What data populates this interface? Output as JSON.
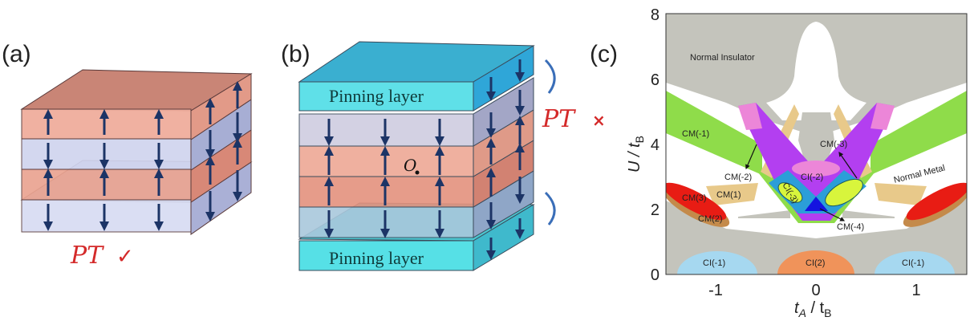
{
  "panels": {
    "a": {
      "label": "(a)",
      "symmetry": "PT",
      "mark": "✓"
    },
    "b": {
      "label": "(b)",
      "symmetry": "PT",
      "mark": "×",
      "pinning_top": "Pinning layer",
      "pinning_bottom": "Pinning layer",
      "origin": "O"
    },
    "c": {
      "label": "(c)"
    }
  },
  "chart_data": {
    "type": "phase-diagram",
    "xlabel_main": "t",
    "xlabel_sub": "A",
    "xlabel_rest": " / t",
    "xlabel_sub2": "B",
    "ylabel_main": "U / t",
    "ylabel_sub": "B",
    "xlim": [
      -1.5,
      1.5
    ],
    "ylim": [
      0,
      8
    ],
    "xticks": [
      "-1",
      "0",
      "1"
    ],
    "yticks": [
      "0",
      "2",
      "4",
      "6",
      "8"
    ],
    "regions": {
      "normal_insulator": "Normal Insulator",
      "normal_metal": "Normal Metal",
      "cm_m1": "CM(-1)",
      "cm_m2": "CM(-2)",
      "cm_m3": "CM(-3)",
      "cm_m4": "CM(-4)",
      "cm_1": "CM(1)",
      "cm_2": "CM(2)",
      "cm_3": "CM(3)",
      "ci_m2": "CI(-2)",
      "ci_m3": "CI(-3)",
      "ci_m1_left": "CI(-1)",
      "ci_2": "CI(2)",
      "ci_m1_right": "CI(-1)"
    },
    "colors": {
      "background": "#c4c4bc",
      "green": "#8fdc4a",
      "purple": "#b33ff0",
      "pink": "#ec86d8",
      "teal": "#2b9ed8",
      "yellowgreen": "#d8f53c",
      "tan": "#e8c98a",
      "red": "#e81c14",
      "brown": "#c48a4a",
      "lightblue": "#a6d8f0",
      "orange": "#f0935a"
    }
  }
}
